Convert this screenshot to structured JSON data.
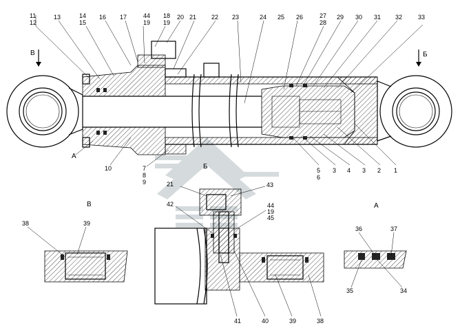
{
  "labels": {
    "top": [
      "11",
      "12",
      "13",
      "14",
      "15",
      "16",
      "17",
      "44",
      "19",
      "18",
      "19",
      "20",
      "21",
      "22",
      "23",
      "24",
      "25",
      "26",
      "27",
      "28",
      "29",
      "30",
      "31",
      "32",
      "33"
    ],
    "bottom": [
      "7",
      "8",
      "9",
      "10",
      "5",
      "6",
      "3",
      "4",
      "3",
      "2",
      "1"
    ],
    "detail_b": [
      "21",
      "43",
      "42",
      "44",
      "19",
      "45",
      "41",
      "40",
      "39",
      "38"
    ],
    "detail_v": [
      "38",
      "39"
    ],
    "detail_a": [
      "36",
      "37",
      "35",
      "34"
    ]
  },
  "sections": {
    "view_v_left": "В",
    "view_b_right": "Б",
    "section_a_left": "А",
    "view_b_mid": "Б",
    "detail_v_title": "В",
    "detail_a_title": "А"
  }
}
